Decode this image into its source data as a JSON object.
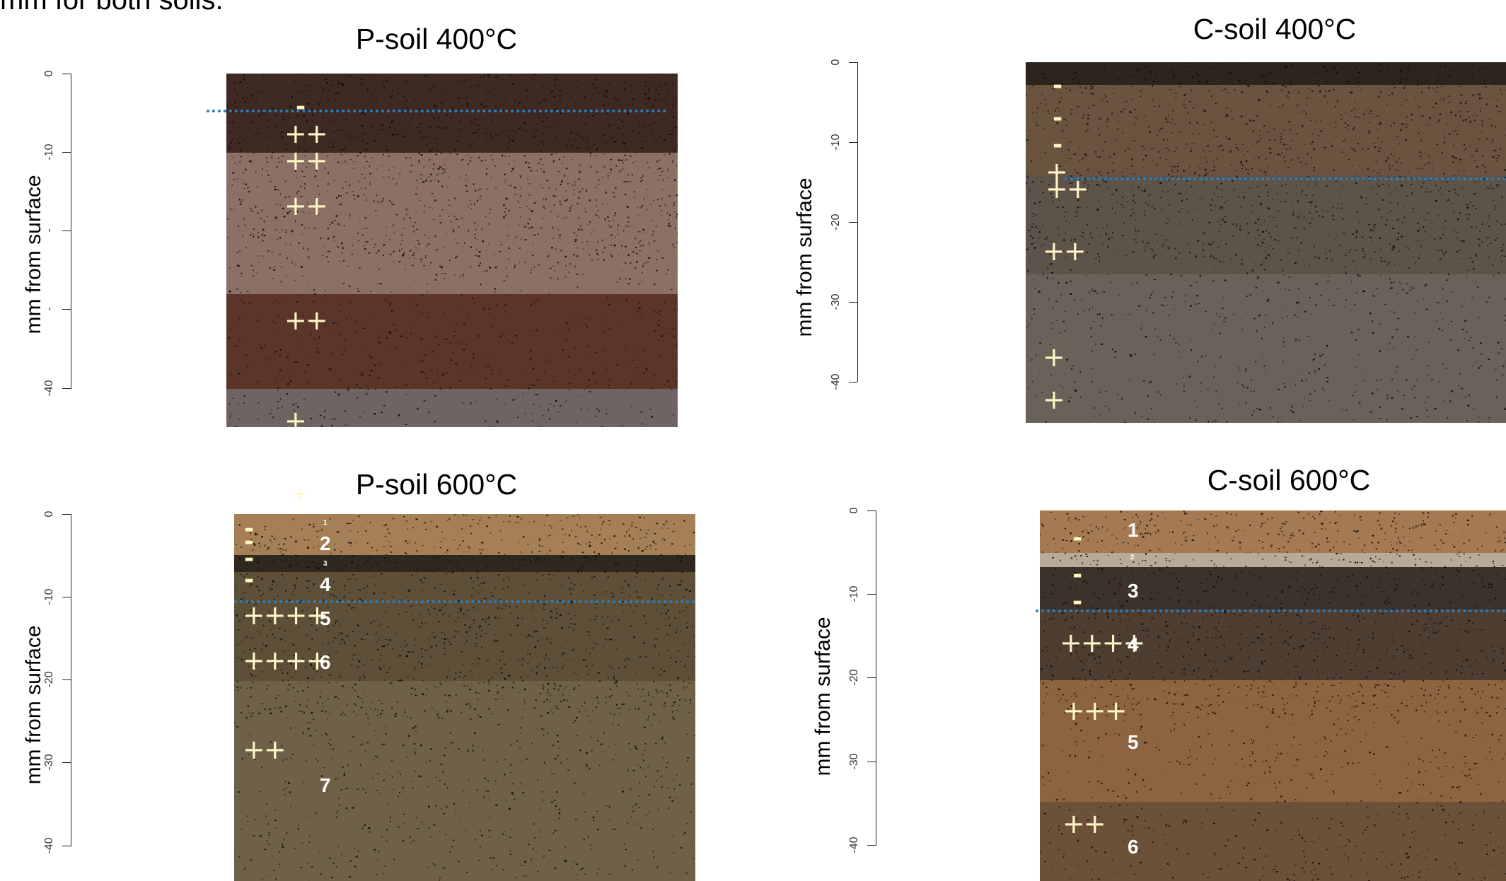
{
  "cut_text": "mm for both soils.",
  "panels": [
    {
      "title": "P-soil 400°C",
      "ylabel": "mm from surface",
      "ticks": [
        "0",
        "-10",
        "-",
        "-",
        "-40"
      ],
      "colors": [
        "#3e2a22",
        "#6f4f44",
        "#8c7065",
        "#5a3528",
        "#6e6462"
      ],
      "markers": [
        "-",
        "++",
        "++",
        "++",
        "++",
        "+"
      ]
    },
    {
      "title": "C-soil 400°C",
      "ylabel": "mm from surface",
      "ticks": [
        "0",
        "-10",
        "-20",
        "-30",
        "-40"
      ],
      "colors": [
        "#2c241d",
        "#6a5440",
        "#5e5348",
        "#6a6258"
      ],
      "markers": [
        "-",
        "-",
        "-",
        "+",
        "++",
        "++",
        "+",
        "+"
      ]
    },
    {
      "title": "P-soil 600°C",
      "ylabel": "mm from surface",
      "ticks": [
        "0",
        "-10",
        "-20",
        "-30",
        "-40"
      ],
      "colors": [
        "#a57f55",
        "#2e2820",
        "#5e5038",
        "#6e6148"
      ],
      "markers": [
        "-",
        "-",
        "-",
        "-",
        "++++",
        "++++",
        "++"
      ],
      "layer_numbers": [
        "1",
        "2",
        "3",
        "4",
        "5",
        "6",
        "7"
      ]
    },
    {
      "title": "C-soil 600°C",
      "ylabel": "mm from surface",
      "ticks": [
        "0",
        "-10",
        "-20",
        "-30",
        "-40"
      ],
      "colors": [
        "#a57a52",
        "#b8aa98",
        "#3d322b",
        "#4e3d31",
        "#8c6440",
        "#6c5038"
      ],
      "markers": [
        "-",
        "-",
        "-",
        "++++",
        "+++",
        "++"
      ],
      "layer_numbers": [
        "1",
        "2",
        "3",
        "4",
        "5",
        "6"
      ]
    }
  ],
  "ghost_marker": "+"
}
